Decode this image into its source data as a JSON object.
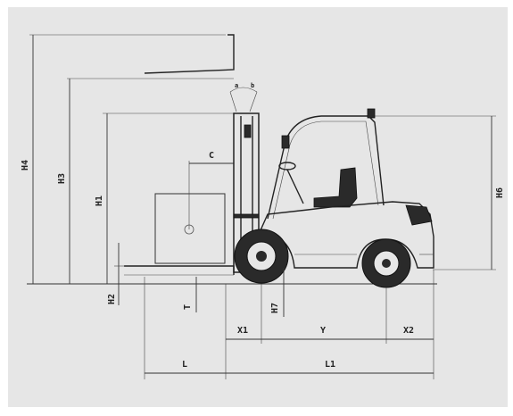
{
  "diagram": {
    "background": "#e6e6e6",
    "line_color": "#333333",
    "labels": {
      "h4": "H4",
      "h3": "H3",
      "h1": "H1",
      "h6": "H6",
      "h2": "H2",
      "c": "C",
      "t": "T",
      "h7": "H7",
      "x1": "X1",
      "y": "Y",
      "x2": "X2",
      "l": "L",
      "l1": "L1",
      "a": "a",
      "b": "b"
    }
  }
}
